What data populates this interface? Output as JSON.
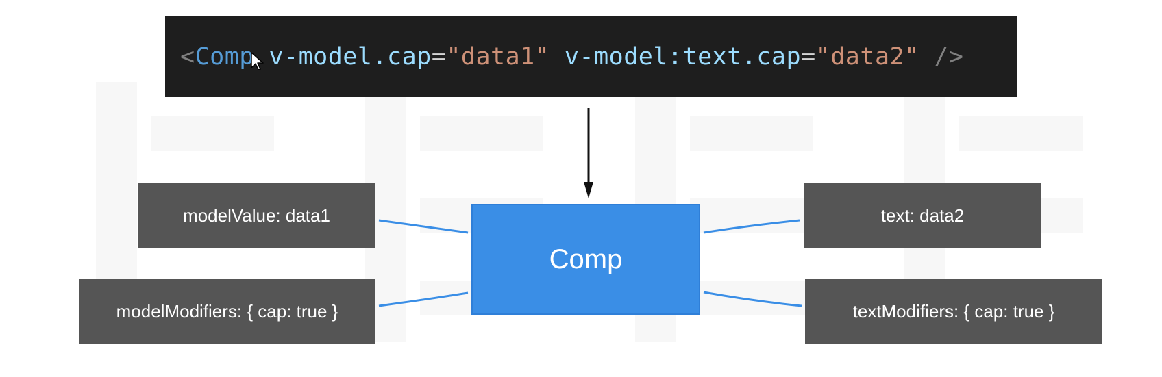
{
  "code": {
    "open_bracket": "<",
    "tag_name": "Comp",
    "space1": " ",
    "attr1_name": "v-model.cap",
    "eq1": "=",
    "attr1_value": "\"data1\"",
    "space2": " ",
    "attr2_name": "v-model:text.cap",
    "eq2": "=",
    "attr2_value": "\"data2\"",
    "close": " />"
  },
  "diagram": {
    "center_label": "Comp",
    "left_top": "modelValue: data1",
    "left_bottom": "modelModifiers: { cap: true }",
    "right_top": "text: data2",
    "right_bottom": "textModifiers: { cap: true }"
  },
  "colors": {
    "code_background": "#1e1e1e",
    "box_background": "#555555",
    "center_box": "#3a8ee6",
    "connector": "#3a8ee6",
    "arrow": "#111111"
  },
  "icons": {
    "cursor": "mouse-pointer-icon"
  }
}
